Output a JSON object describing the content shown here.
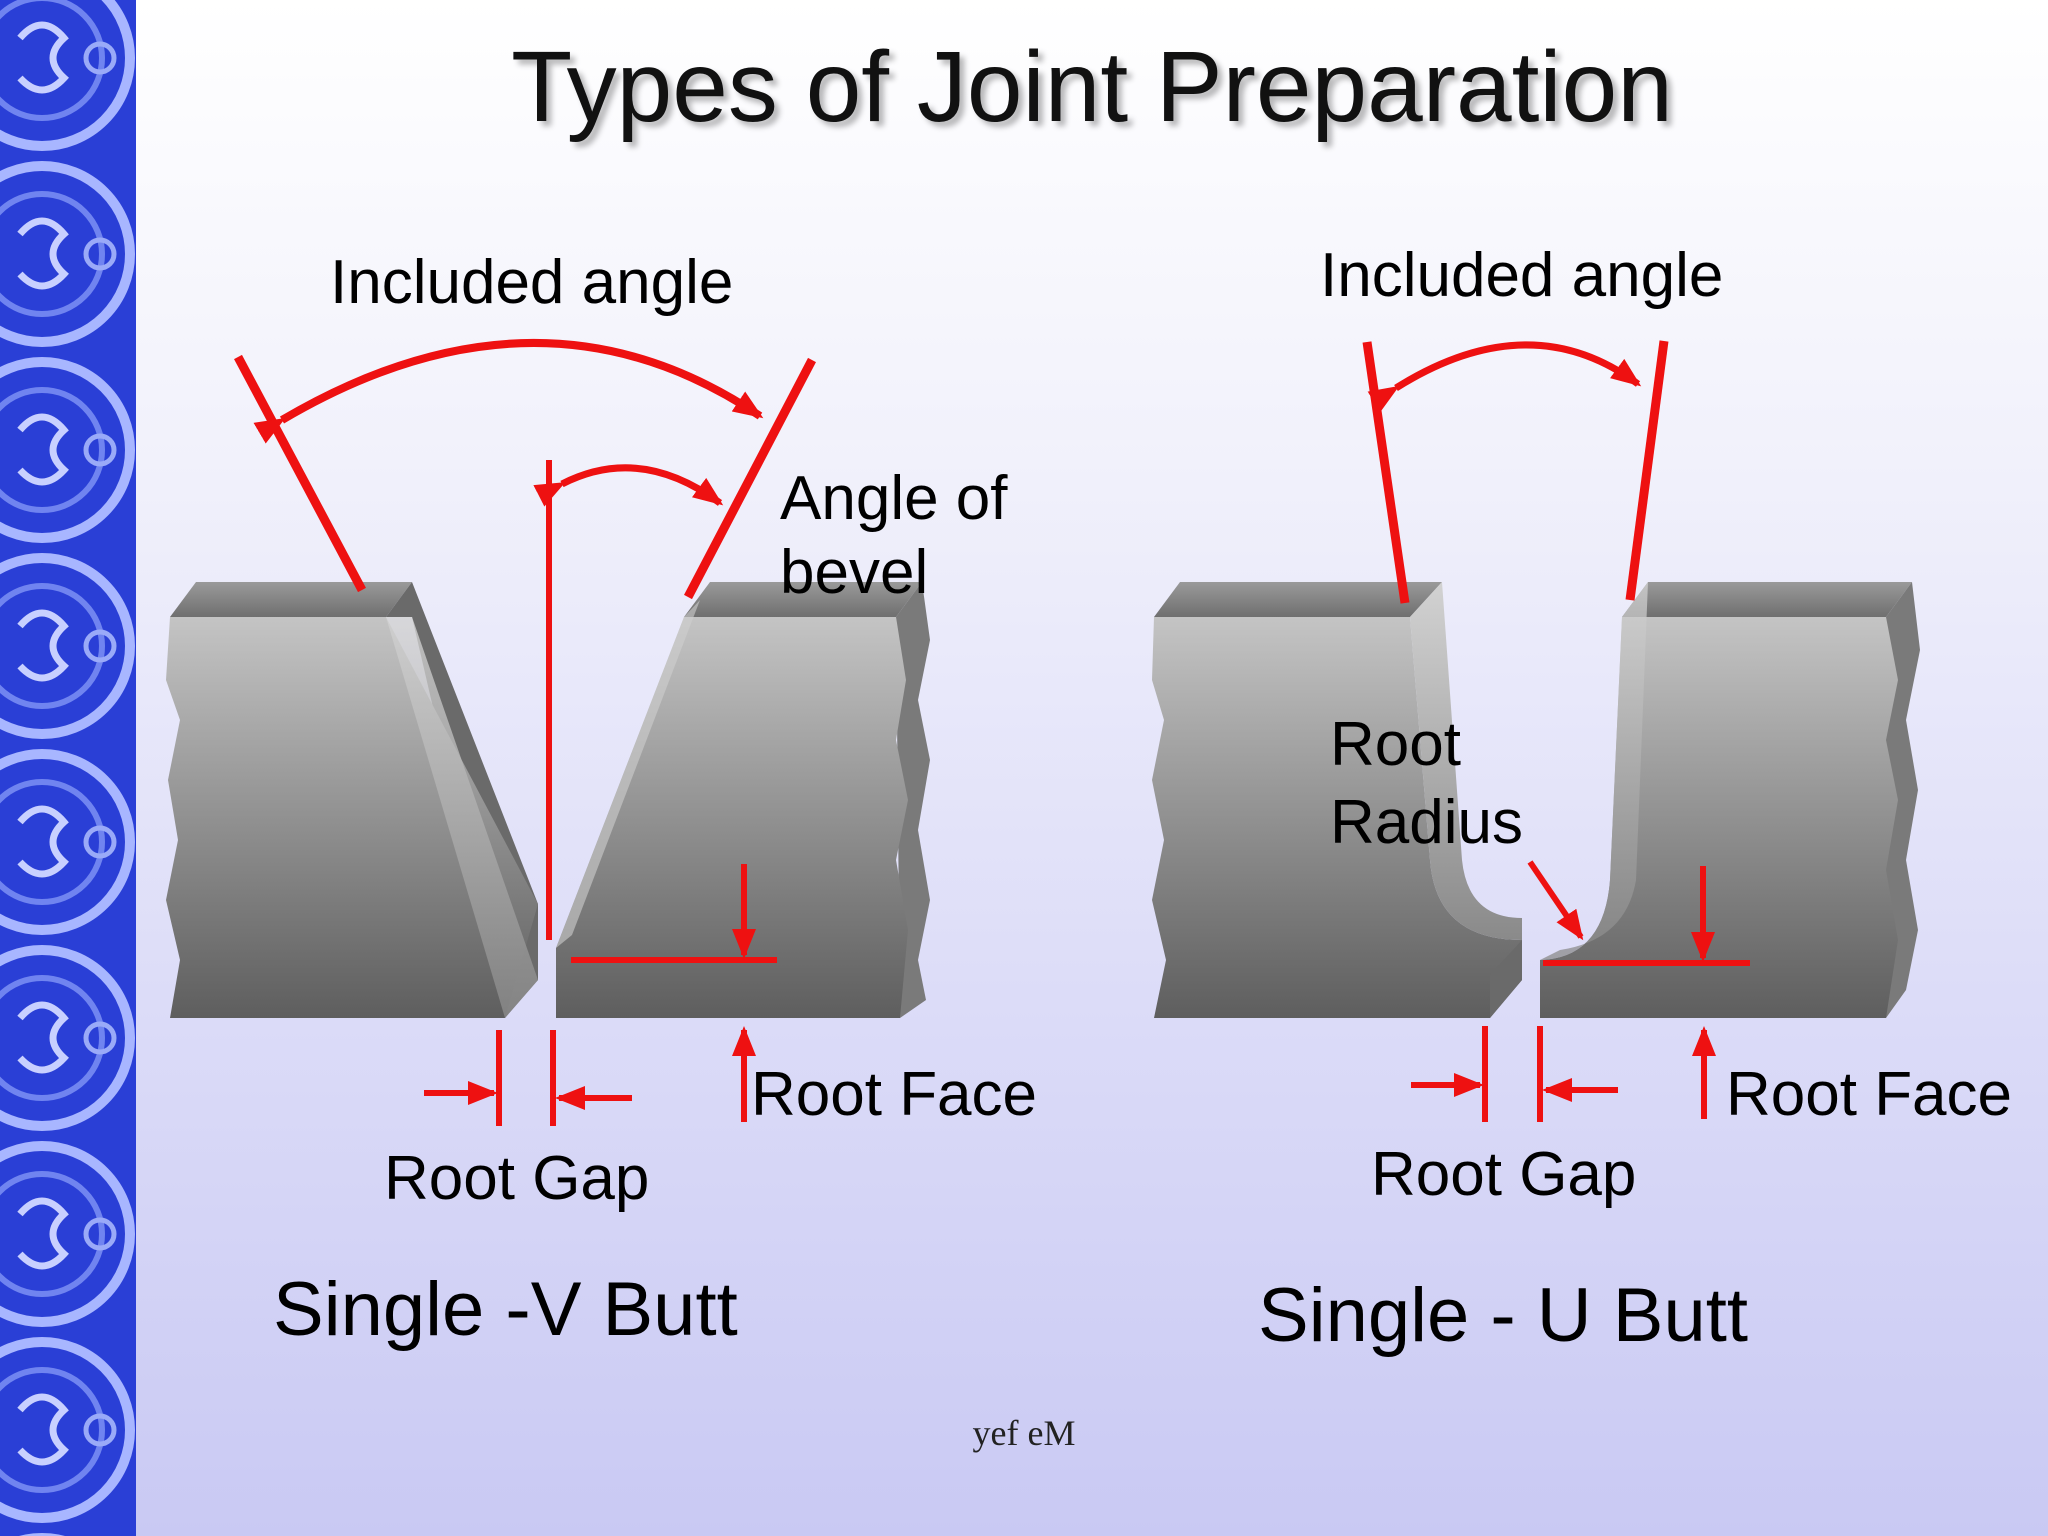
{
  "slide": {
    "title": "Types of Joint Preparation",
    "footer": "yef eM"
  },
  "v_butt": {
    "caption": "Single -V  Butt",
    "included_angle": "Included angle",
    "bevel_angle": "Angle of\nbevel",
    "root_gap": "Root Gap",
    "root_face": "Root Face"
  },
  "u_butt": {
    "caption": "Single - U Butt",
    "included_angle": "Included angle",
    "root_radius": "Root\nRadius",
    "root_gap": "Root Gap",
    "root_face": "Root Face"
  },
  "colors": {
    "annotation_red": "#ee1111",
    "sidebar_blue": "#2a3fd6",
    "plate_gray": "#8a8a8a"
  }
}
